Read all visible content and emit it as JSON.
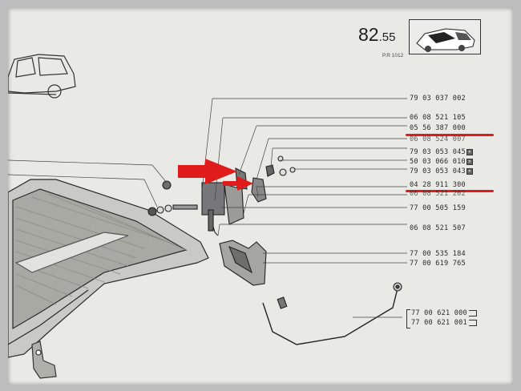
{
  "header": {
    "page_number": "82",
    "page_sub": ".55",
    "page_ref": "P.R 1012"
  },
  "icons": {
    "car_thumbnail": "car-thumbnail-icon",
    "checkbox": "checked-box-icon",
    "pair": "left-right-pair-icon"
  },
  "colors": {
    "highlight": "#e01b1b"
  },
  "parts": [
    {
      "code": "79 03 037 002",
      "marked": false
    },
    {
      "code": "06 08 521 105",
      "marked": false
    },
    {
      "code": "05 56 387 000",
      "marked": false
    },
    {
      "code": "06 08 524 007",
      "marked": false
    },
    {
      "code": "79 03 053 045",
      "marked": true
    },
    {
      "code": "50 03 066 010",
      "marked": true
    },
    {
      "code": "79 03 053 043",
      "marked": true
    },
    {
      "code": "04 28 911 300",
      "marked": false
    },
    {
      "code": "06 08 521 202",
      "marked": false
    },
    {
      "code": "77 00 505 159",
      "marked": false
    },
    {
      "code": "06 08 521 507",
      "marked": false
    },
    {
      "code": "77 00 535 184",
      "marked": false
    },
    {
      "code": "77 00 619 765",
      "marked": false
    },
    {
      "code": "77 00 621 000",
      "marked": false
    },
    {
      "code": "77 00 621 001",
      "marked": false
    }
  ]
}
